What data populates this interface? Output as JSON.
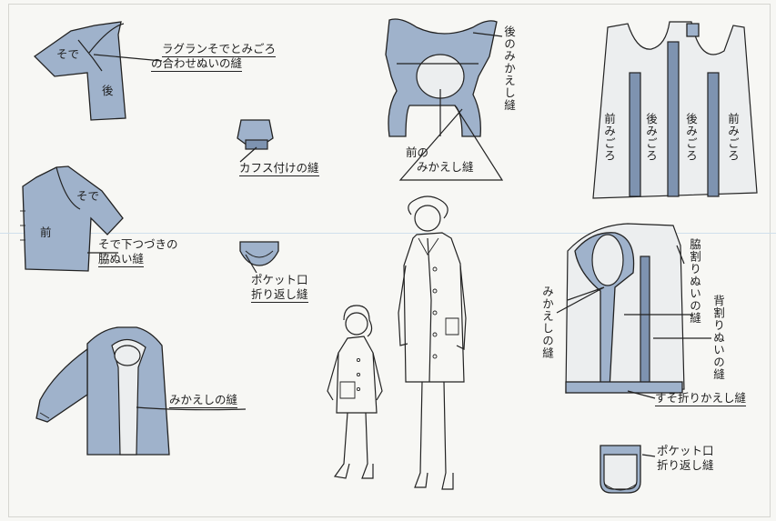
{
  "labels": {
    "raglan": [
      "ラグランそでとみごろ",
      "の合わせぬいの縫"
    ],
    "sode": "そで",
    "ushiro": "後",
    "cuffs": "カフス付けの縫",
    "sode2": "そで",
    "mae": "前",
    "underarm": [
      "そで下つづきの",
      "脇ぬい縫"
    ],
    "pocket1": [
      "ポケット口",
      "折り返し縫"
    ],
    "facing": "みかえしの縫",
    "back_facing": "後のみかえし縫",
    "front_facing": [
      "前の",
      "みかえし縫"
    ],
    "bodice": [
      "前みごろ",
      "後みごろ",
      "後みごろ",
      "前みごろ"
    ],
    "side_seam": "脇割りぬいの縫",
    "back_seam": "背割りぬいの縫",
    "mikaeshi": "みかえしの縫",
    "hem": "すそ折りかえし縫",
    "pocket2": [
      "ポケット口",
      "折り返し縫"
    ]
  },
  "colors": {
    "fabric": "#9fb2cb",
    "fabric_dark": "#7e93b0",
    "paper": "#eceeef",
    "line": "#222222"
  }
}
